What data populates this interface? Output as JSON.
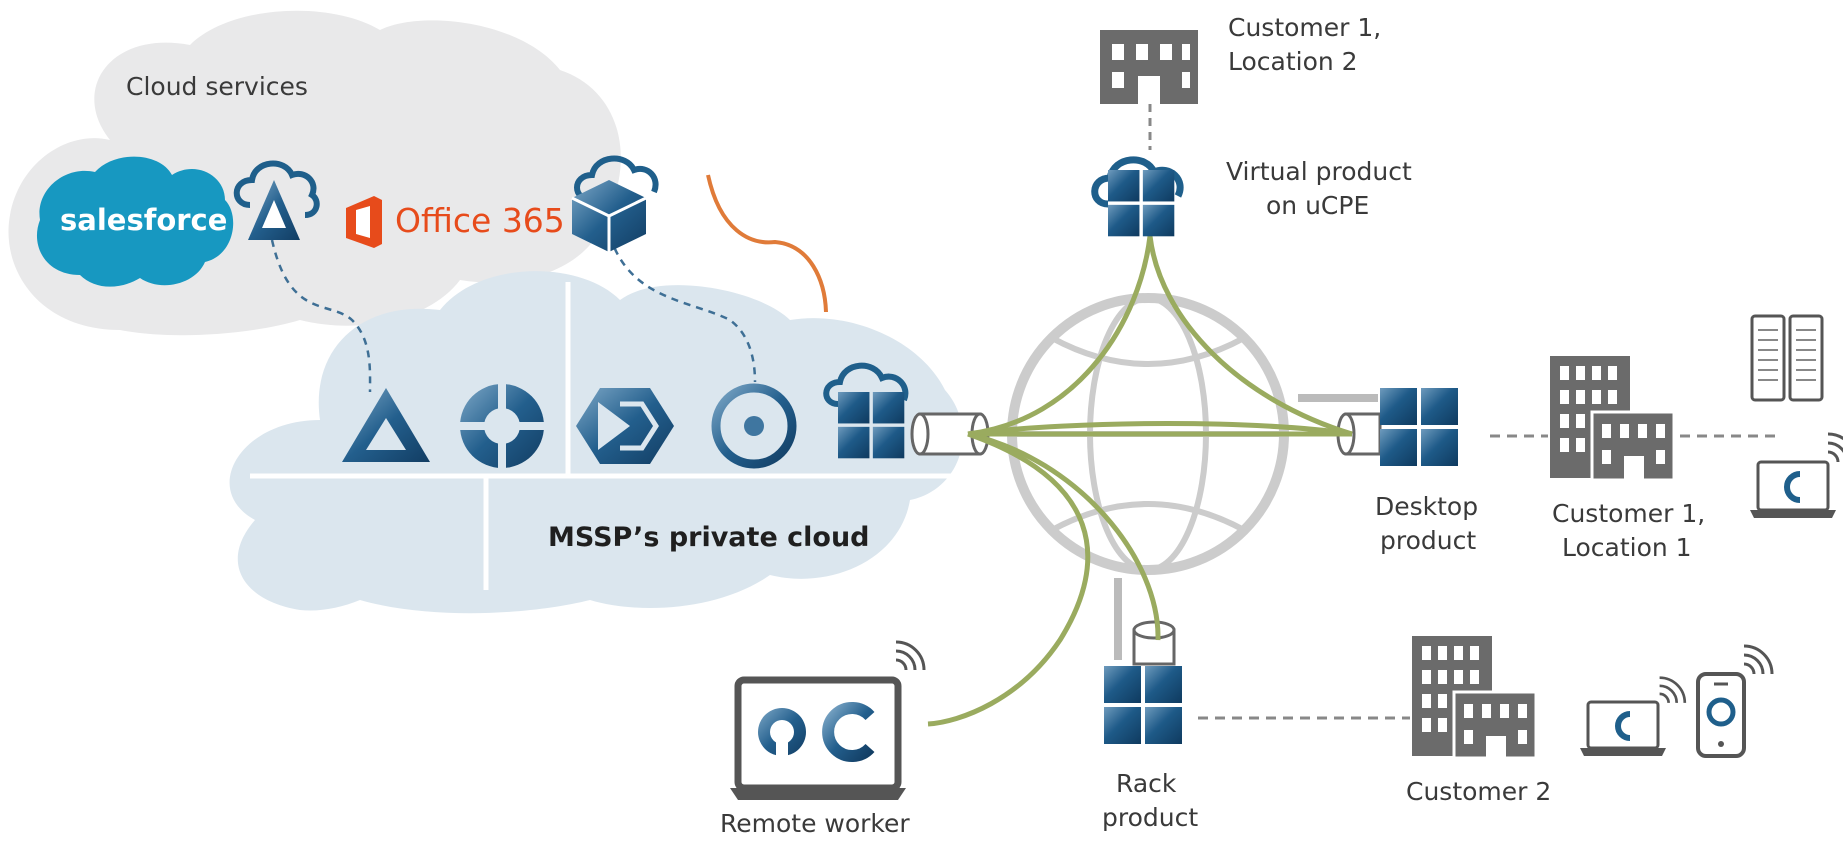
{
  "labels": {
    "cloud_services": "Cloud services",
    "private_cloud": "MSSP’s private cloud",
    "salesforce": "salesforce",
    "office365": "Office 365",
    "customer1_loc2": [
      "Customer 1,",
      "Location 2"
    ],
    "virtual_product": [
      "Virtual product",
      "on uCPE"
    ],
    "desktop_product": [
      "Desktop",
      "product"
    ],
    "customer1_loc1": [
      "Customer 1,",
      "Location 1"
    ],
    "rack_product": [
      "Rack",
      "product"
    ],
    "customer2": "Customer 2",
    "remote_worker": "Remote worker"
  },
  "colors": {
    "cloud_services_bg": "#e9e9ea",
    "private_cloud_bg": "#dbe6ee",
    "network_green": "#9aab5f",
    "orange_link": "#e07b39",
    "globe_gray": "#cccccc",
    "building_gray": "#6b6b6b",
    "icon_blue": "#1f5f8b",
    "salesforce_blue": "#1798c1",
    "office_red": "#e74b1b"
  },
  "icons": [
    "salesforce-logo",
    "cloud-triangle-icon",
    "office365-logo",
    "cloud-box-icon",
    "triangle-icon",
    "crosshair-circle-icon",
    "hexagon-arrow-icon",
    "ring-icon",
    "cloud-grid-icon",
    "globe-icon",
    "building-icon",
    "server-icon",
    "laptop-icon",
    "phone-icon",
    "wifi-icon",
    "grid-appliance-icon"
  ]
}
